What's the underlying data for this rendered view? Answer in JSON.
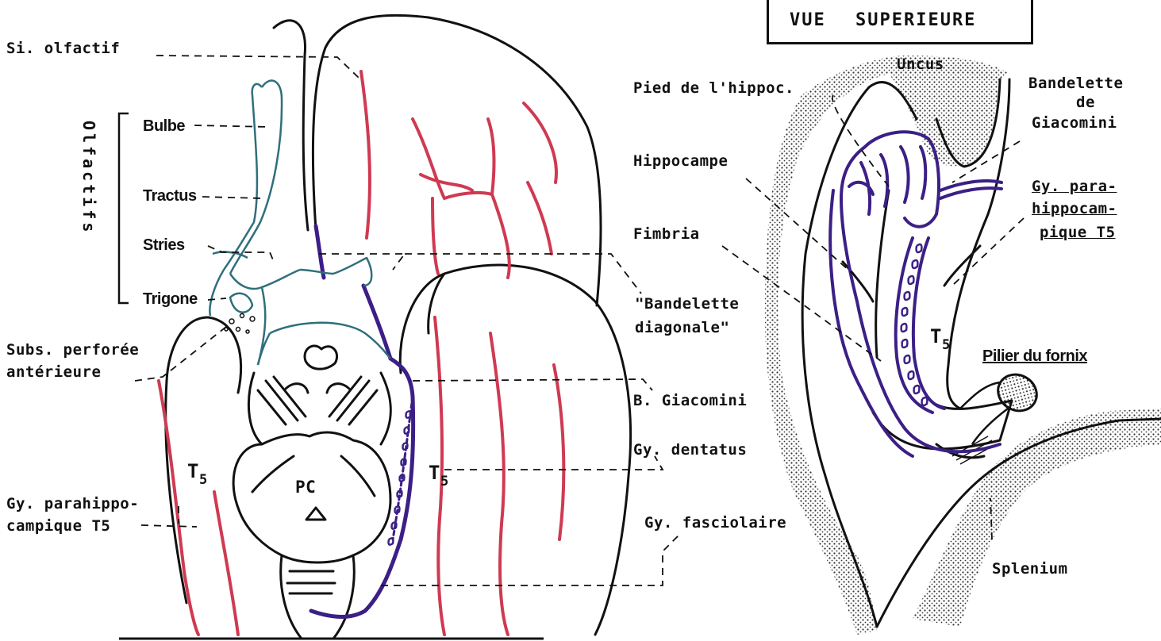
{
  "title": "VUE SUPERIEURE",
  "group_label": "Olfactifs",
  "labels": {
    "si_olfactif": "Si. olfactif",
    "bulbe": "Bulbe",
    "tractus": "Tractus",
    "stries": "Stries",
    "trigone": "Trigone",
    "subs_perforee_1": "Subs. perforée",
    "subs_perforee_2": "antérieure",
    "gy_parahippo_1": "Gy. parahippo-",
    "gy_parahippo_2": "campique T5",
    "t5_left": "T",
    "t5_left_sub": "5",
    "pc": "PC",
    "t5_mid": "T",
    "t5_mid_sub": "5",
    "bandelette_diag_1": "\"Bandelette",
    "bandelette_diag_2": "diagonale\"",
    "b_giacomini": "B. Giacomini",
    "gy_dentatus": "Gy. dentatus",
    "gy_fasciolaire": "Gy. fasciolaire",
    "pied_hippoc": "Pied de l'hippoc.",
    "hippocampe": "Hippocampe",
    "fimbria": "Fimbria",
    "uncus": "Uncus",
    "bandelette_giac_1": "Bandelette",
    "bandelette_giac_2": "de",
    "bandelette_giac_3": "Giacomini",
    "gy_para_r_1": "Gy. para-",
    "gy_para_r_2": "hippocam-",
    "gy_para_r_3": "pique T5",
    "t5_right": "T",
    "t5_right_sub": "5",
    "pilier_fornix": "Pilier du fornix",
    "splenium": "Splenium"
  },
  "colors": {
    "ink": "#111111",
    "sulci_red": "#cf3a52",
    "hippocampal_purple": "#3c1f86",
    "olfactory_teal": "#2f6f7c",
    "stipple": "#333333"
  }
}
